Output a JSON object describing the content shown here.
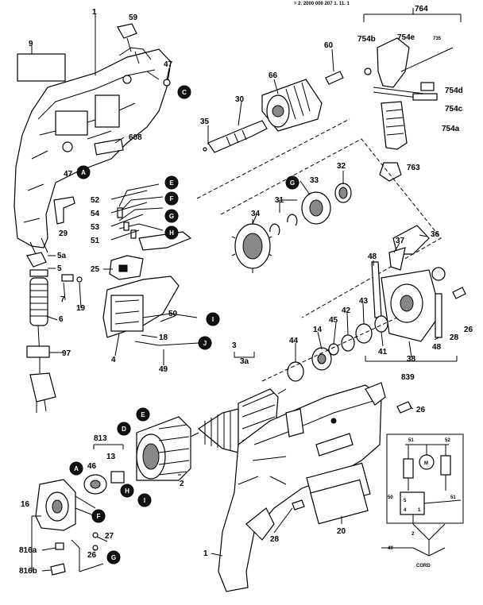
{
  "header_fragment": "= 2. 2000 000 207 1. 11. 1",
  "labels": {
    "1_top": "1",
    "59": "59",
    "9": "9",
    "47_top": "47",
    "60": "60",
    "66": "66",
    "764": "764",
    "754b": "754b",
    "754e": "754e",
    "735": "735",
    "754d": "754d",
    "754c": "754c",
    "754a": "754a",
    "30": "30",
    "35": "35",
    "608": "608",
    "47_mid": "47",
    "32": "32",
    "33": "33",
    "763": "763",
    "52": "52",
    "54": "54",
    "53": "53",
    "51": "51",
    "29": "29",
    "31": "31",
    "34": "34",
    "36": "36",
    "37": "37",
    "48_a": "48",
    "5a": "5a",
    "5": "5",
    "7": "7",
    "19": "19",
    "25": "25",
    "6": "6",
    "50": "50",
    "18": "18",
    "14": "14",
    "45": "45",
    "42": "42",
    "43": "43",
    "41": "41",
    "26_r": "26",
    "28_r": "28",
    "48_b": "48",
    "38": "38",
    "839": "839",
    "97": "97",
    "4": "4",
    "49": "49",
    "44": "44",
    "3": "3",
    "3a": "3a",
    "26_mid": "26",
    "813": "813",
    "13": "13",
    "46": "46",
    "2": "2",
    "16": "16",
    "27": "27",
    "816a": "816a",
    "26_low": "26",
    "816b": "816b",
    "28_low": "28",
    "20": "20",
    "1_low": "1",
    "circ_51": "51",
    "circ_52": "52",
    "circ_50": "50",
    "circ_51b": "51",
    "circ_49": "49",
    "circ_cord": "CORD",
    "circ_m": "M",
    "circ_5": "5",
    "circ_4": "4",
    "circ_1": "1",
    "circ_2": "2"
  },
  "badges": {
    "C": "C",
    "A_top": "A",
    "E_sw": "E",
    "F_sw": "F",
    "G_sw": "G",
    "H_sw": "H",
    "I_sw": "I",
    "J_sw": "J",
    "G_ring": "G",
    "E_field": "E",
    "D_field": "D",
    "H_field": "H",
    "I_field": "I",
    "A_brush": "A",
    "F_brush": "F",
    "G_brush": "G"
  }
}
